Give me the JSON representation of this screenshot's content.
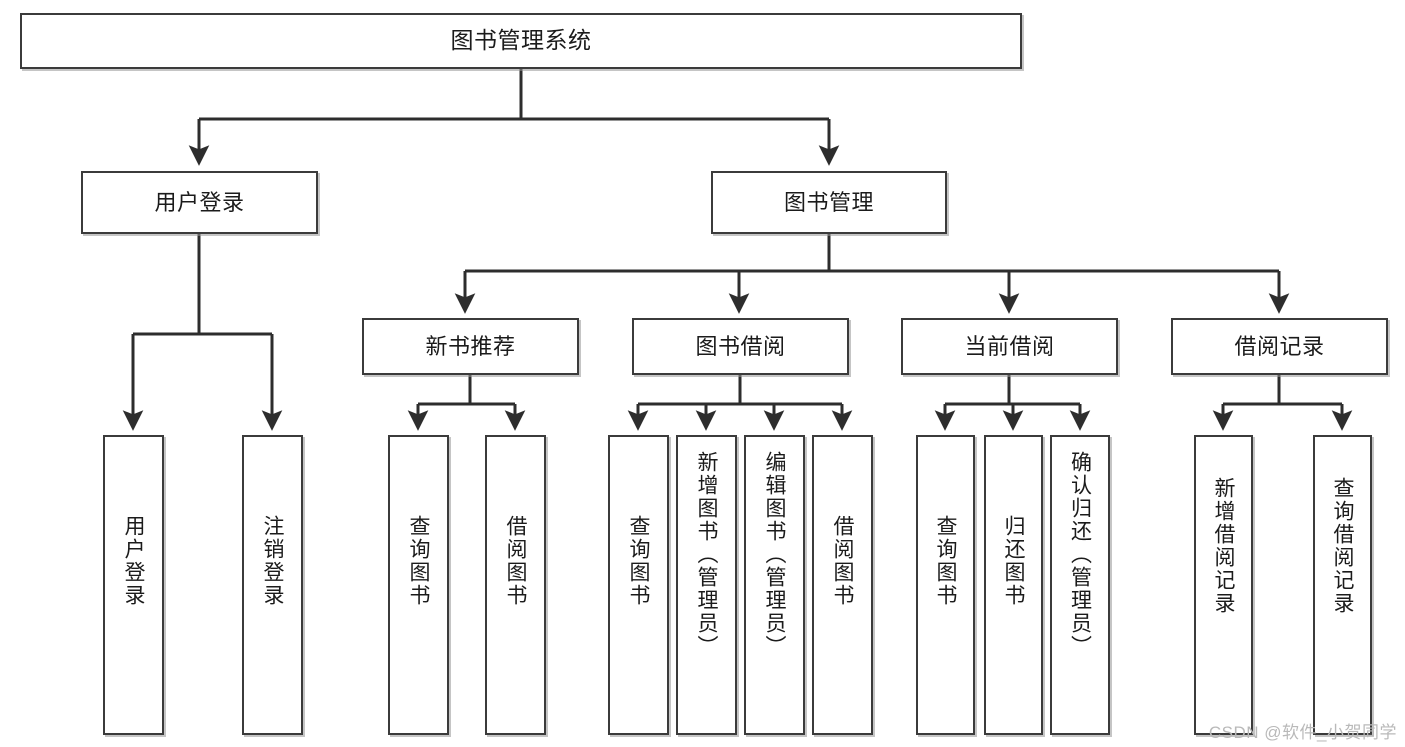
{
  "diagram": {
    "title": "图书管理系统",
    "type": "功能结构图",
    "colors": {
      "background": "#ffffff",
      "node_border": "#3b3b3b",
      "node_fill": "#ffffff",
      "edge": "#2d2d2d",
      "watermark": "#b9b9b9"
    }
  },
  "watermark": "CSDN @软件_小贺同学",
  "nodes": {
    "root": {
      "label": "图书管理系统"
    },
    "level1": [
      {
        "id": "user-login",
        "label": "用户登录"
      },
      {
        "id": "book-manage",
        "label": "图书管理"
      }
    ],
    "level2": [
      {
        "id": "new-book-recommend",
        "label": "新书推荐"
      },
      {
        "id": "book-borrow",
        "label": "图书借阅"
      },
      {
        "id": "current-borrow",
        "label": "当前借阅"
      },
      {
        "id": "borrow-record",
        "label": "借阅记录"
      }
    ],
    "leaves": {
      "user-login": [
        {
          "id": "leaf-user-login",
          "label": "用户登录"
        },
        {
          "id": "leaf-user-logout",
          "label": "注销登录"
        }
      ],
      "new-book-recommend": [
        {
          "id": "leaf-query-book-1",
          "label": "查询图书"
        },
        {
          "id": "leaf-borrow-book-1",
          "label": "借阅图书"
        }
      ],
      "book-borrow": [
        {
          "id": "leaf-query-book-2",
          "label": "查询图书"
        },
        {
          "id": "leaf-add-book",
          "label": "新增图书（管理员）"
        },
        {
          "id": "leaf-edit-book",
          "label": "编辑图书（管理员）"
        },
        {
          "id": "leaf-borrow-book-2",
          "label": "借阅图书"
        }
      ],
      "current-borrow": [
        {
          "id": "leaf-query-book-3",
          "label": "查询图书"
        },
        {
          "id": "leaf-return-book",
          "label": "归还图书"
        },
        {
          "id": "leaf-confirm-return",
          "label": "确认归还（管理员）"
        }
      ],
      "borrow-record": [
        {
          "id": "leaf-add-record",
          "label": "新增借阅记录"
        },
        {
          "id": "leaf-query-record",
          "label": "查询借阅记录"
        }
      ]
    }
  }
}
